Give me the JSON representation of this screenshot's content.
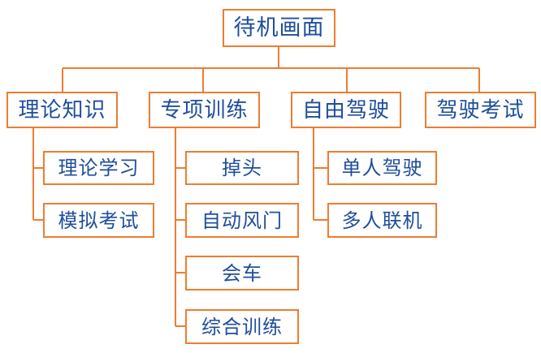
{
  "diagram": {
    "type": "tree-hierarchy",
    "title_node": "待机画面",
    "colors": {
      "box_border": "#ED7D31",
      "connector": "#ED7D31",
      "text": "#1F4E9C",
      "background": "#FFFFFF"
    },
    "nodes": {
      "root": {
        "label": "待机画面"
      },
      "branch1": {
        "label": "理论知识"
      },
      "branch2": {
        "label": "专项训练"
      },
      "branch3": {
        "label": "自由驾驶"
      },
      "branch4": {
        "label": "驾驶考试"
      },
      "leaf1_1": {
        "label": "理论学习"
      },
      "leaf1_2": {
        "label": "模拟考试"
      },
      "leaf2_1": {
        "label": "掉头"
      },
      "leaf2_2": {
        "label": "自动风门"
      },
      "leaf2_3": {
        "label": "会车"
      },
      "leaf2_4": {
        "label": "综合训练"
      },
      "leaf3_1": {
        "label": "单人驾驶"
      },
      "leaf3_2": {
        "label": "多人联机"
      }
    }
  }
}
